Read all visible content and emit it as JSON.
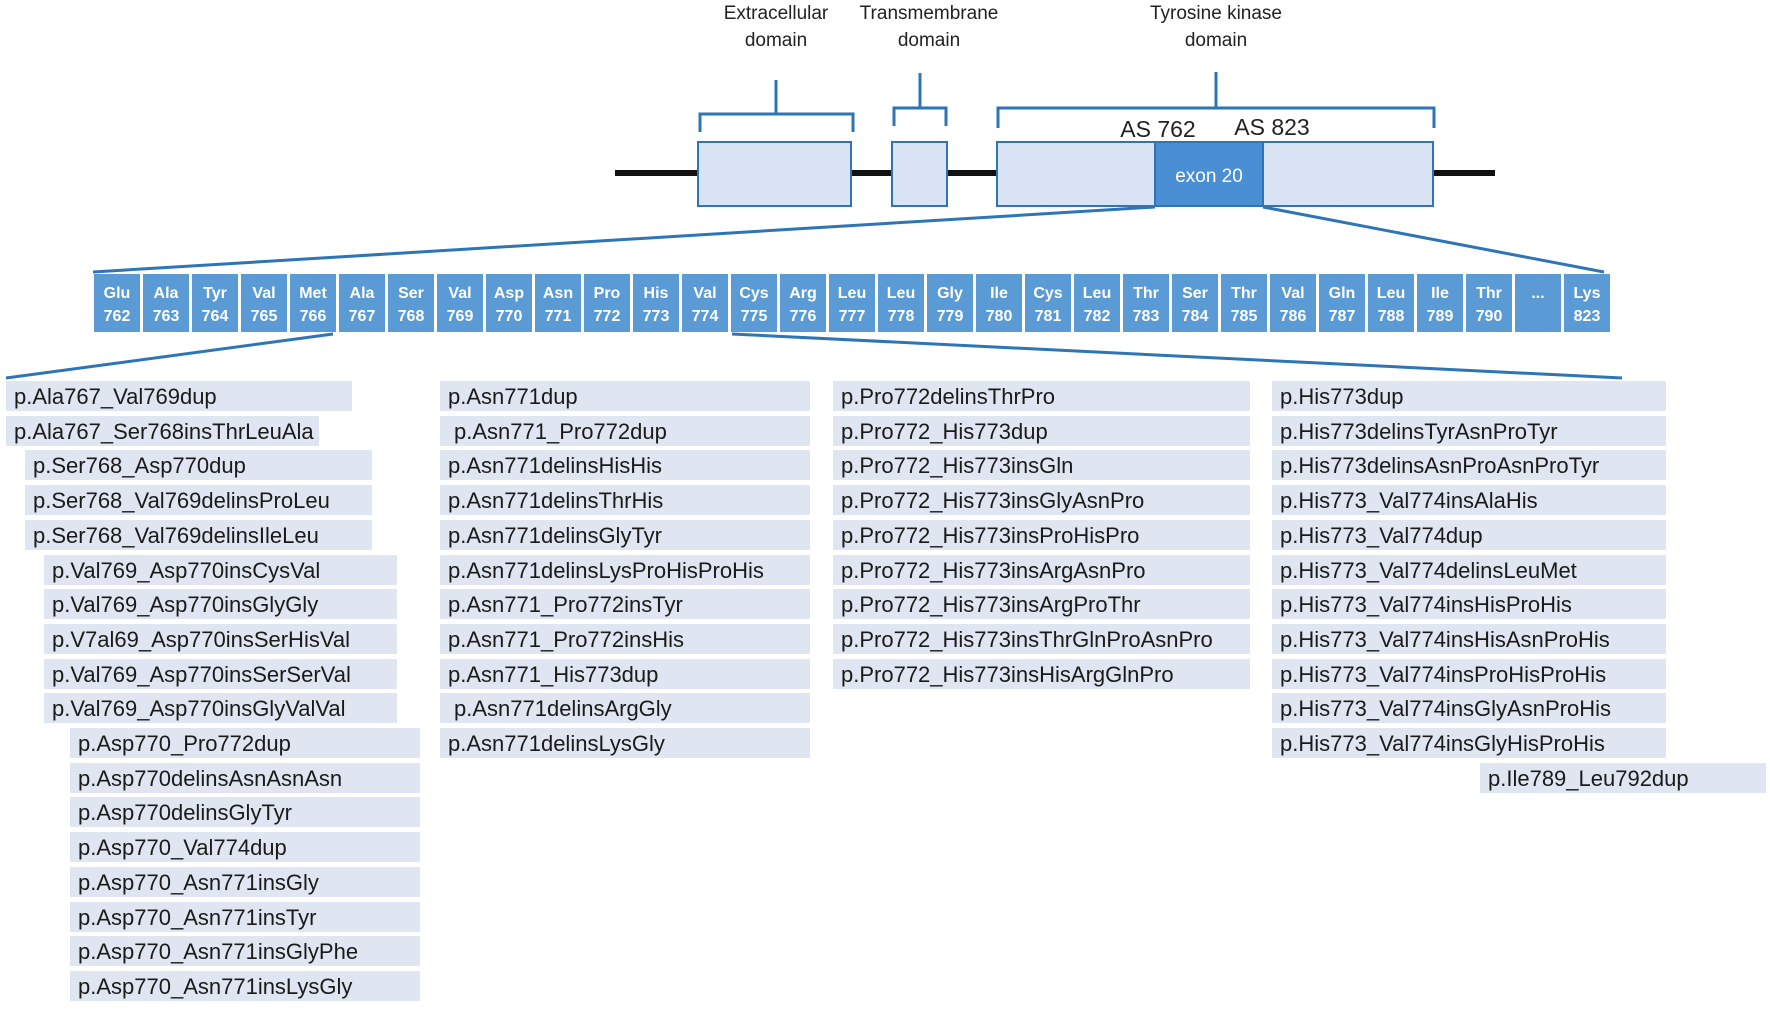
{
  "domains": {
    "extracellular": [
      "Extracellular",
      "domain"
    ],
    "transmembrane": [
      "Transmembrane",
      "domain"
    ],
    "tyrosine_kinase": [
      "Tyrosine kinase",
      "domain"
    ]
  },
  "markers": {
    "start": "AS 762",
    "end": "AS 823"
  },
  "exon_label": "exon 20",
  "amino_acids": [
    {
      "name": "Glu",
      "pos": "762"
    },
    {
      "name": "Ala",
      "pos": "763"
    },
    {
      "name": "Tyr",
      "pos": "764"
    },
    {
      "name": "Val",
      "pos": "765"
    },
    {
      "name": "Met",
      "pos": "766"
    },
    {
      "name": "Ala",
      "pos": "767"
    },
    {
      "name": "Ser",
      "pos": "768"
    },
    {
      "name": "Val",
      "pos": "769"
    },
    {
      "name": "Asp",
      "pos": "770"
    },
    {
      "name": "Asn",
      "pos": "771"
    },
    {
      "name": "Pro",
      "pos": "772"
    },
    {
      "name": "His",
      "pos": "773"
    },
    {
      "name": "Val",
      "pos": "774"
    },
    {
      "name": "Cys",
      "pos": "775"
    },
    {
      "name": "Arg",
      "pos": "776"
    },
    {
      "name": "Leu",
      "pos": "777"
    },
    {
      "name": "Leu",
      "pos": "778"
    },
    {
      "name": "Gly",
      "pos": "779"
    },
    {
      "name": "Ile",
      "pos": "780"
    },
    {
      "name": "Cys",
      "pos": "781"
    },
    {
      "name": "Leu",
      "pos": "782"
    },
    {
      "name": "Thr",
      "pos": "783"
    },
    {
      "name": "Ser",
      "pos": "784"
    },
    {
      "name": "Thr",
      "pos": "785"
    },
    {
      "name": "Val",
      "pos": "786"
    },
    {
      "name": "Gln",
      "pos": "787"
    },
    {
      "name": "Leu",
      "pos": "788"
    },
    {
      "name": "Ile",
      "pos": "789"
    },
    {
      "name": "Thr",
      "pos": "790"
    },
    {
      "name": "...",
      "pos": ""
    },
    {
      "name": "Lys",
      "pos": "823"
    }
  ],
  "mutations": {
    "group1": [
      "p.Ala767_Val769dup",
      "p.Ala767_Ser768insThrLeuAla",
      "p.Ser768_Asp770dup",
      "p.Ser768_Val769delinsProLeu",
      "p.Ser768_Val769delinsIleLeu",
      "p.Val769_Asp770insCysVal",
      "p.Val769_Asp770insGlyGly",
      "p.V7al69_Asp770insSerHisVal",
      "p.Val769_Asp770insSerSerVal",
      "p.Val769_Asp770insGlyValVal",
      "p.Asp770_Pro772dup",
      "p.Asp770delinsAsnAsnAsn",
      "p.Asp770delinsGlyTyr",
      "p.Asp770_Val774dup",
      "p.Asp770_Asn771insGly",
      "p.Asp770_Asn771insTyr",
      "p.Asp770_Asn771insGlyPhe",
      "p.Asp770_Asn771insLysGly"
    ],
    "group2": [
      "p.Asn771dup",
      "p.Asn771_Pro772dup",
      "p.Asn771delinsHisHis",
      "p.Asn771delinsThrHis",
      "p.Asn771delinsGlyTyr",
      "p.Asn771delinsLysProHisProHis",
      "p.Asn771_Pro772insTyr",
      "p.Asn771_Pro772insHis",
      "p.Asn771_His773dup",
      "p.Asn771delinsArgGly",
      "p.Asn771delinsLysGly"
    ],
    "group3": [
      "p.Pro772delinsThrPro",
      "p.Pro772_His773dup",
      "p.Pro772_His773insGln",
      "p.Pro772_His773insGlyAsnPro",
      "p.Pro772_His773insProHisPro",
      "p.Pro772_His773insArgAsnPro",
      "p.Pro772_His773insArgProThr",
      "p.Pro772_His773insThrGlnProAsnPro",
      "p.Pro772_His773insHisArgGlnPro"
    ],
    "group4": [
      "p.His773dup",
      "p.His773delinsTyrAsnProTyr",
      "p.His773delinsAsnProAsnProTyr",
      "p.His773_Val774insAlaHis",
      "p.His773_Val774dup",
      "p.His773_Val774delinsLeuMet",
      "p.His773_Val774insHisProHis",
      "p.His773_Val774insHisAsnProHis",
      "p.His773_Val774insProHisProHis",
      "p.His773_Val774insGlyAsnProHis",
      "p.His773_Val774insGlyHisProHis",
      "p.Ile789_Leu792dup"
    ]
  },
  "colors": {
    "bracket": "#2e75b6",
    "domain_fill": "#dae3f3",
    "domain_stroke": "#2e75b6",
    "exon_fill": "#4a8fd4",
    "aa_fill": "#5b9bd5",
    "mutation_bg": "#dfe6f1",
    "backbone": "#111111"
  }
}
